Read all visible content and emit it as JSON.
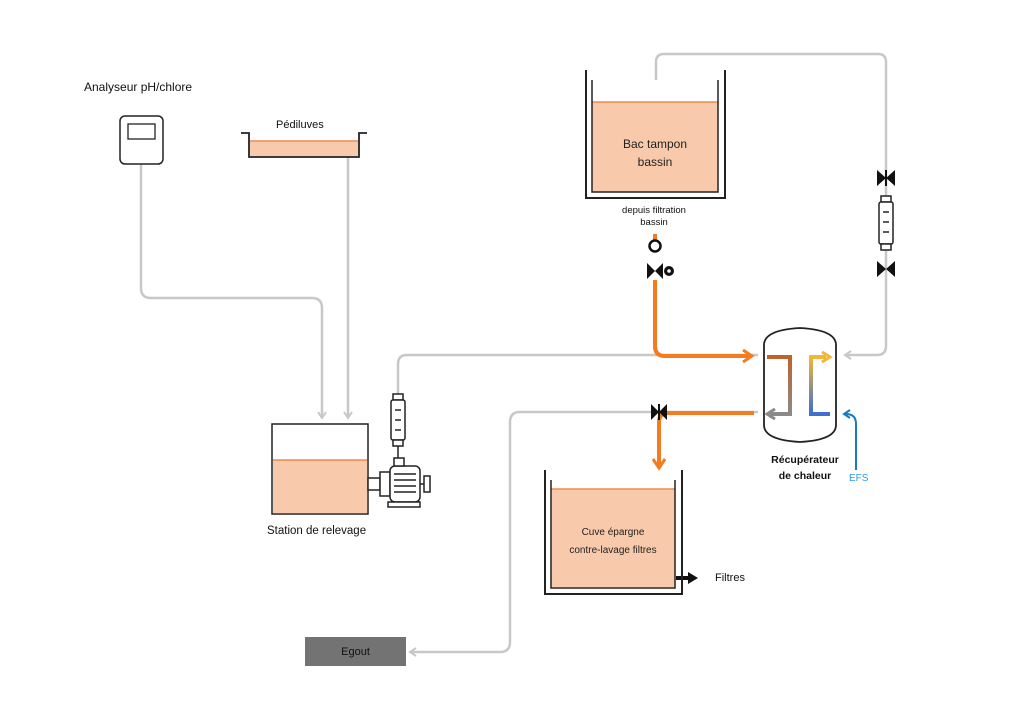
{
  "labels": {
    "analyzer": "Analyseur pH/chlore",
    "footbath": "Pédiluves",
    "buffer_tank_line1": "Bac tampon",
    "buffer_tank_line2": "bassin",
    "from_filtration_line1": "depuis filtration",
    "from_filtration_line2": "bassin",
    "lift_station": "Station de relevage",
    "heat_recovery_line1": "Récupérateur",
    "heat_recovery_line2": "de chaleur",
    "efs": "EFS",
    "saving_tank_line1": "Cuve épargne",
    "saving_tank_line2": "contre-lavage filtres",
    "filters": "Filtres",
    "sewer": "Egout"
  },
  "colors": {
    "grey_pipe": "#c8c8c8",
    "orange_pipe": "#f47b20",
    "liquid_fill": "#f8c9aa",
    "liquid_surface": "#f08a4b",
    "cold_water": "#1a7abf",
    "hot_gradient_top": "#c0622a",
    "warm_arrow": "#f2b736",
    "sewer_box": "#737373"
  }
}
